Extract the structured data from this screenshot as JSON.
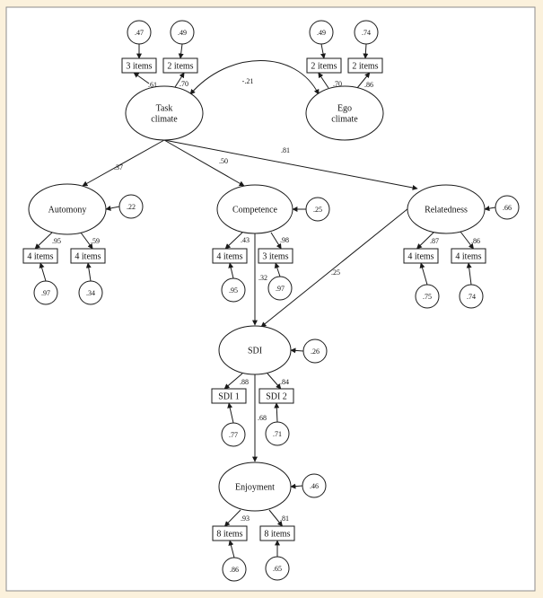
{
  "latents": {
    "task": [
      "Task",
      "climate"
    ],
    "ego": [
      "Ego",
      "climate"
    ],
    "autonomy": [
      "Automony"
    ],
    "competence": [
      "Competence"
    ],
    "relatedness": [
      "Relatedness"
    ],
    "sdi": [
      "SDI"
    ],
    "enjoyment": [
      "Enjoyment"
    ]
  },
  "indicators": {
    "task_1": "3 items",
    "task_2": "2 items",
    "ego_1": "2 items",
    "ego_2": "2 items",
    "aut_1": "4 items",
    "aut_2": "4 items",
    "comp_1": "4 items",
    "comp_2": "3 items",
    "rel_1": "4 items",
    "rel_2": "4 items",
    "sdi_1": "SDI 1",
    "sdi_2": "SDI 2",
    "enj_1": "8 items",
    "enj_2": "8 items"
  },
  "indicator_errors": {
    "task_1": ".47",
    "task_2": ".49",
    "ego_1": ".49",
    "ego_2": ".74",
    "aut_1": ".97",
    "aut_2": ".34",
    "comp_1": ".95",
    "comp_2": ".97",
    "rel_1": ".75",
    "rel_2": ".74",
    "sdi_1": ".77",
    "sdi_2": ".71",
    "enj_1": ".86",
    "enj_2": ".65"
  },
  "disturbances": {
    "autonomy": ".22",
    "competence": ".25",
    "relatedness": ".66",
    "sdi": ".26",
    "enjoyment": ".46"
  },
  "loadings": {
    "task_1": ".61",
    "task_2": ".70",
    "ego_1": ".70",
    "ego_2": ".86",
    "aut_1": ".95",
    "aut_2": ".59",
    "comp_1": ".43",
    "comp_2": ".98",
    "rel_1": ".87",
    "rel_2": ".86",
    "sdi_1": ".88",
    "sdi_2": ".84",
    "enj_1": ".93",
    "enj_2": ".81"
  },
  "paths": {
    "task_autonomy": ".37",
    "task_competence": ".50",
    "task_relatedness": ".81",
    "competence_sdi": ".32",
    "relatedness_sdi": ".25",
    "sdi_enjoyment": ".68"
  },
  "correlations": {
    "task_ego": "-.21"
  }
}
